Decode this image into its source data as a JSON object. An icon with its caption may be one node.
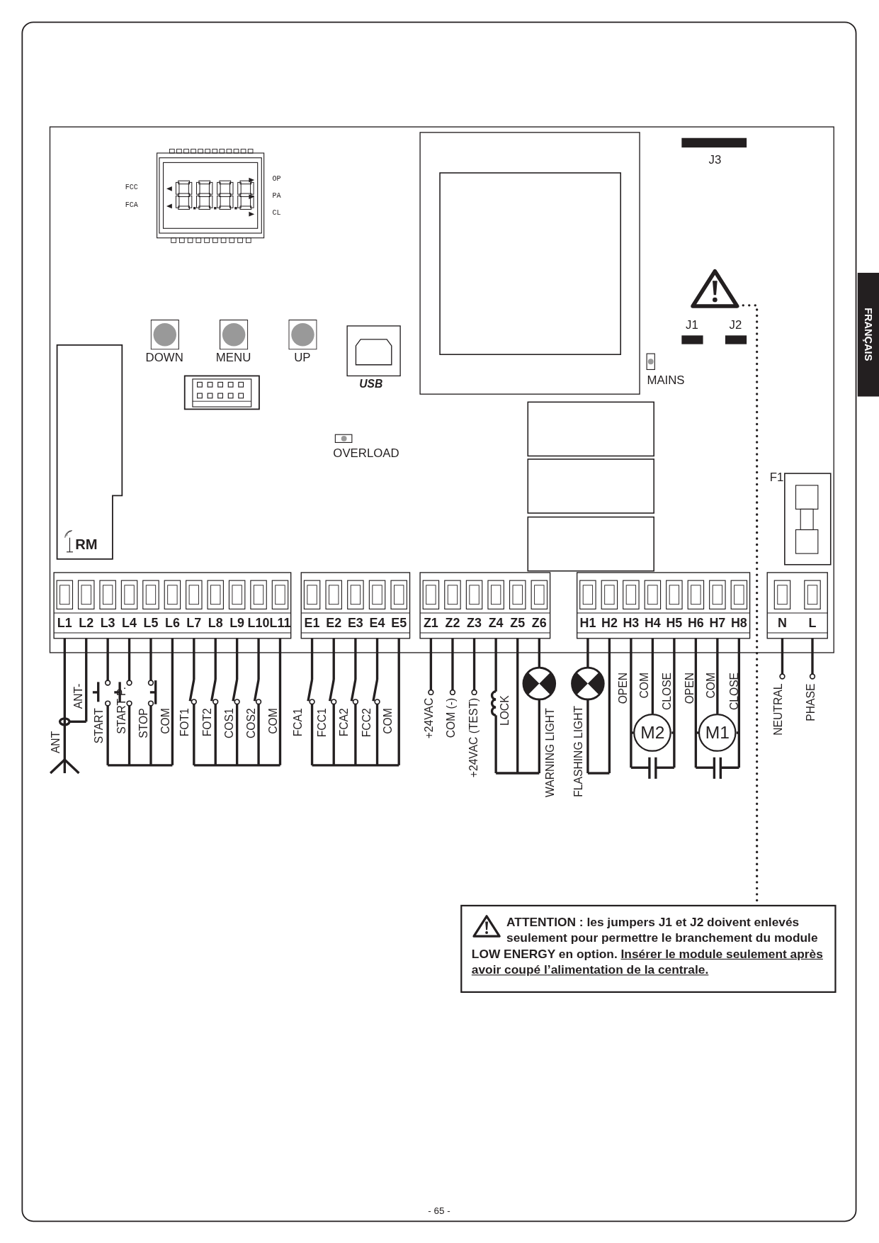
{
  "diagram": {
    "nodes": [
      {
        "text": [],
        "shape": "triangle"
      },
      {
        "text": [
          "ATTENTION : les jumpers J1 et J2 doivent enlevés seulement pour permettre le branchement du module LOW ENERGY en option.",
          "Insérer le module seulement après avoir coupé l’alimentation de la centrale."
        ]
      },
      {
        "text": [
          "DOWN"
        ]
      },
      {
        "text": [
          "MENU"
        ]
      },
      {
        "text": [
          "UP"
        ]
      },
      {
        "text": [
          "M2"
        ]
      },
      {
        "text": [
          "M1"
        ]
      }
    ],
    "edges": [
      {
        "from": 0,
        "to": 1,
        "arrow": "none",
        "style": "dashed"
      }
    ],
    "labels": [
      "J3",
      "FCC",
      "FCA",
      "OP",
      "PA",
      "CL",
      "J1",
      "J2",
      "USB",
      "MAINS",
      "OVERLOAD",
      "F1",
      "RM",
      "L1",
      "L2",
      "L3",
      "L4",
      "L5",
      "L6",
      "L7",
      "L8",
      "L9",
      "L10",
      "L11",
      "E1",
      "E2",
      "E3",
      "E4",
      "E5",
      "Z1",
      "Z2",
      "Z3",
      "Z4",
      "Z5",
      "Z6",
      "H1",
      "H2",
      "H3",
      "H4",
      "H5",
      "H6",
      "H7",
      "H8",
      "N",
      "L",
      "ANT",
      "ANT-",
      "START",
      "START P.",
      "STOP",
      "COM",
      "FOT1",
      "FOT2",
      "COS1",
      "COS2",
      "COM",
      "FCA1",
      "FCC1",
      "FCA2",
      "FCC2",
      "COM",
      "+24VAC",
      "COM (-)",
      "+24VAC (TEST)",
      "LOCK",
      "WARNING LIGHT",
      "FLASHING LIGHT",
      "OPEN",
      "COM",
      "CLOSE",
      "OPEN",
      "COM",
      "CLOSE",
      "NEUTRAL",
      "PHASE",
      "FRANÇAIS",
      "- 65 -"
    ]
  }
}
